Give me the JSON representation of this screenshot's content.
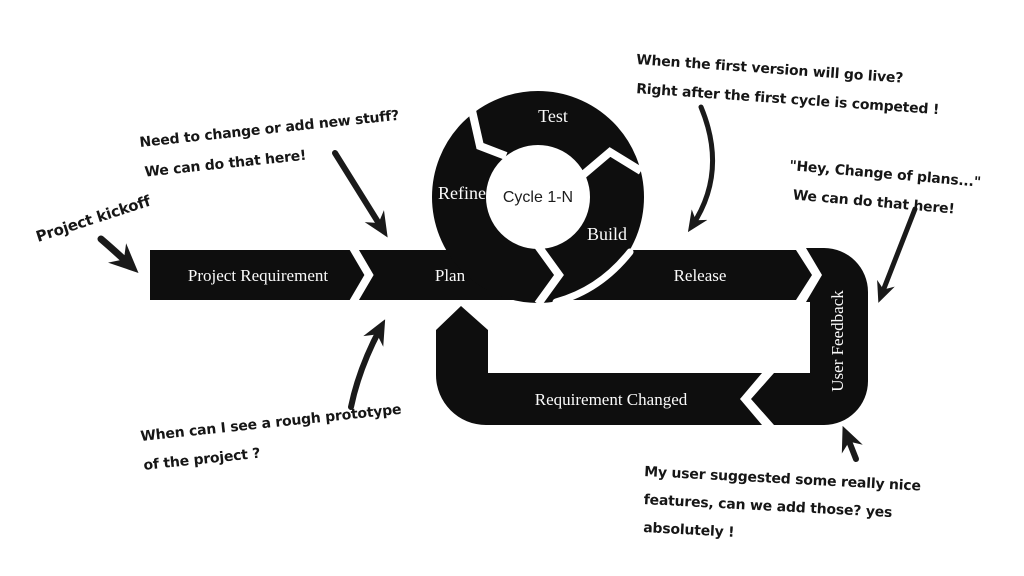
{
  "colors": {
    "ink": "#0e0e0e",
    "background": "#ffffff",
    "label_text": "#fafafa"
  },
  "flow_band": {
    "segments": [
      {
        "label": "Project Requirement"
      },
      {
        "label": "Plan"
      },
      {
        "label": "Release"
      }
    ],
    "feedback_segment": {
      "label": "User Feedback"
    },
    "return_segment": {
      "label": "Requirement Changed"
    }
  },
  "cycle": {
    "center_label": "Cycle 1-N",
    "steps": [
      {
        "label": "Test"
      },
      {
        "label": "Refine"
      },
      {
        "label": "Build"
      }
    ]
  },
  "annotations": [
    {
      "id": "project-kickoff",
      "lines": [
        "Project kickoff"
      ]
    },
    {
      "id": "need-change",
      "lines": [
        "Need to change or add new stuff?",
        "We can do that here!"
      ]
    },
    {
      "id": "first-version",
      "lines": [
        "When the first version will go live?",
        "Right after the first cycle is competed !"
      ]
    },
    {
      "id": "change-of-plans",
      "lines": [
        "\"Hey, Change of plans...\"",
        "We can do that here!"
      ]
    },
    {
      "id": "rough-prototype",
      "lines": [
        "When can I see a rough prototype",
        "of the project ?"
      ]
    },
    {
      "id": "user-suggested",
      "lines": [
        "My user suggested some really nice",
        "features, can we add those? yes",
        "absolutely !"
      ]
    }
  ]
}
